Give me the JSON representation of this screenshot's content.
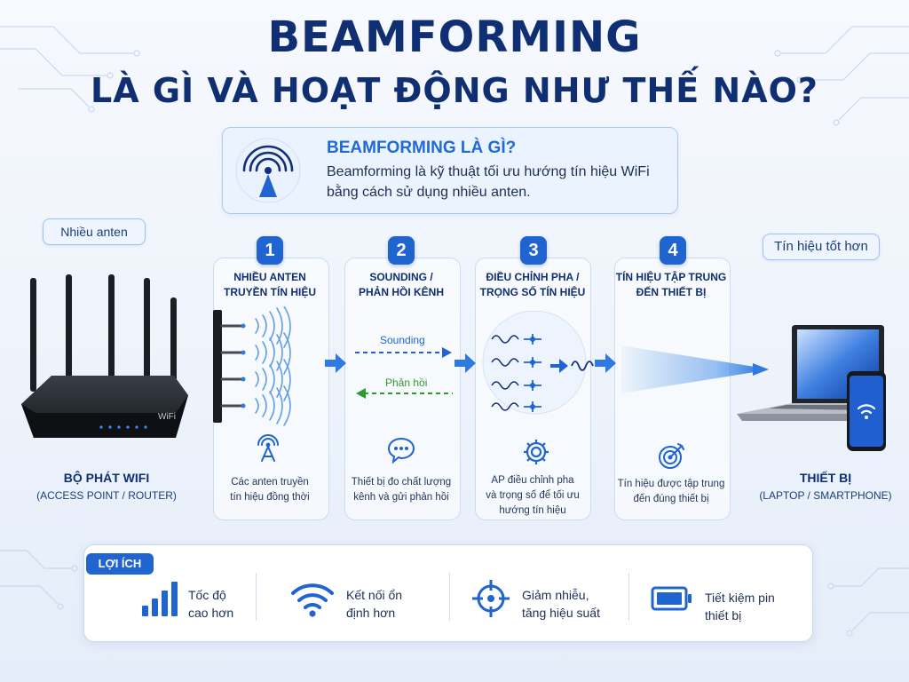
{
  "title": {
    "line1": "BEAMFORMING",
    "line2": "LÀ GÌ VÀ HOẠT ĐỘNG NHƯ THẾ NÀO?"
  },
  "definition": {
    "title": "BEAMFORMING LÀ GÌ?",
    "text": "Beamforming là kỹ thuật tối ưu hướng tín hiệu WiFi bằng cách sử dụng nhiều anten.",
    "icon": "antenna-tower-icon"
  },
  "source_device": {
    "tag": "Nhiều anten",
    "name": "BỘ PHÁT WIFI",
    "sub": "(ACCESS POINT / ROUTER)",
    "brand": "WiFi"
  },
  "target_device": {
    "tag": "Tín hiệu tốt hơn",
    "name": "THIẾT BỊ",
    "sub": "(LAPTOP / SMARTPHONE)"
  },
  "steps": [
    {
      "num": "1",
      "title_l1": "NHIỀU ANTEN",
      "title_l2": "TRUYỀN TÍN HIỆU",
      "desc_l1": "Các anten truyền",
      "desc_l2": "tín hiệu đồng thời",
      "desc_l3": "",
      "icon": "broadcast-antenna-icon"
    },
    {
      "num": "2",
      "title_l1": "SOUNDING /",
      "title_l2": "PHẢN HỒI KÊNH",
      "desc_l1": "Thiết bị đo chất lượng",
      "desc_l2": "kênh và gửi phản hồi",
      "desc_l3": "",
      "icon": "chat-bubble-icon"
    },
    {
      "num": "3",
      "title_l1": "ĐIỀU CHỈNH PHA /",
      "title_l2": "TRỌNG SỐ TÍN HIỆU",
      "desc_l1": "AP điều chỉnh pha",
      "desc_l2": "và trọng số để tối ưu",
      "desc_l3": "hướng tín hiệu",
      "icon": "gear-icon"
    },
    {
      "num": "4",
      "title_l1": "TÍN HIỆU TẬP TRUNG",
      "title_l2": "ĐẾN THIẾT BỊ",
      "desc_l1": "Tín hiệu được tập trung",
      "desc_l2": "đến đúng thiết bị",
      "desc_l3": "",
      "icon": "target-icon"
    }
  ],
  "flow": {
    "sounding": "Sounding",
    "feedback": "Phản hồi"
  },
  "benefits": {
    "tag": "LỢI ÍCH",
    "items": [
      {
        "l1": "Tốc độ",
        "l2": "cao hơn",
        "icon": "signal-bars-icon"
      },
      {
        "l1": "Kết nối ổn",
        "l2": "định hơn",
        "icon": "wifi-icon"
      },
      {
        "l1": "Giảm nhiễu,",
        "l2": "tăng hiệu suất",
        "icon": "crosshair-icon"
      },
      {
        "l1": "Tiết kiệm pin",
        "l2": "thiết bị",
        "icon": "battery-icon"
      }
    ]
  },
  "colors": {
    "primary": "#1f64cf",
    "title": "#0f2f72",
    "feedback": "#2e9a2e",
    "beam": "#4a90e8"
  }
}
